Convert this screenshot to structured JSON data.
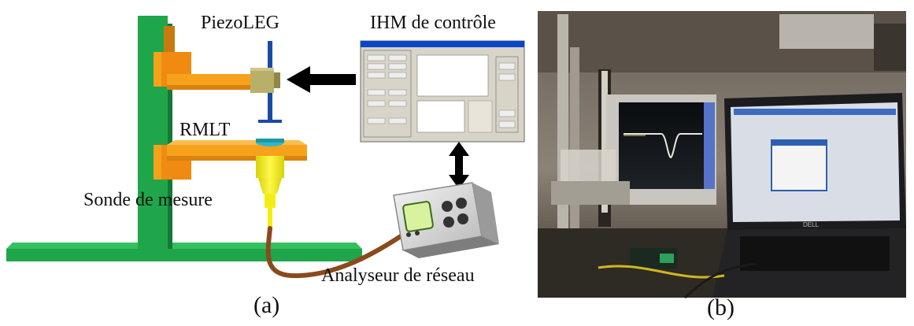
{
  "panel_a": {
    "labels": {
      "piezoleg": "PiezoLEG",
      "ihm": "IHM de contrôle",
      "rmlt": "RMLT",
      "sonde": "Sonde de mesure",
      "analyseur": "Analyseur de réseau"
    },
    "caption": "(a)"
  },
  "panel_b": {
    "caption": "(b)",
    "laptop_brand": "DELL"
  },
  "colors": {
    "column_green": "#1fa64a",
    "arm_orange": "#f7a21b",
    "probe_yellow": "#f2ee13",
    "piezo_olive": "#b8b06a",
    "rod_blue": "#1b4aa6",
    "cable_brown": "#8a4a1c"
  }
}
